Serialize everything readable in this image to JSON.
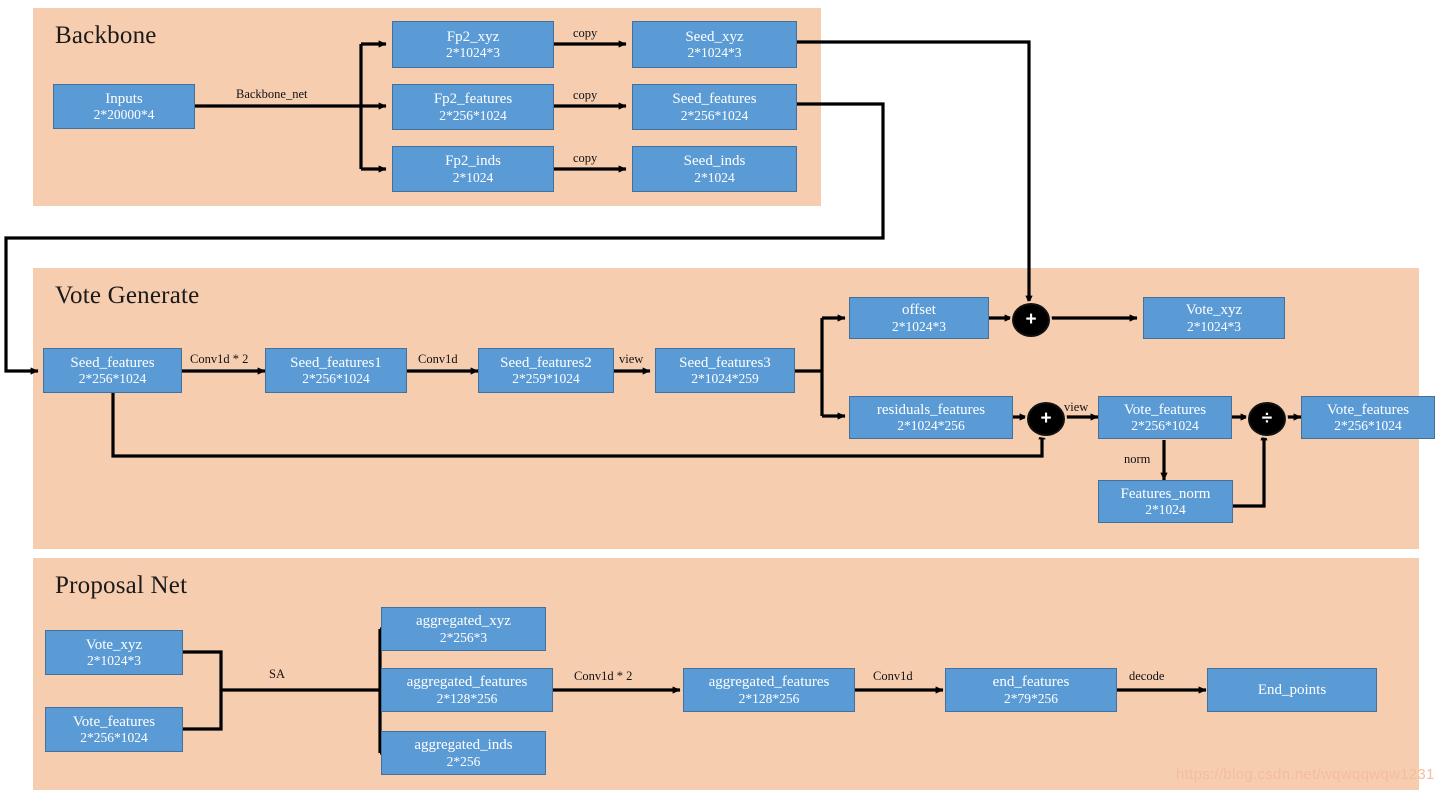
{
  "figure": {
    "background": "#ffffff",
    "panel_color": "#F7CDB0",
    "node_color": "#5B9BD5",
    "node_border": "#41719C",
    "wire_color": "#000000"
  },
  "watermark": {
    "text": "https://blog.csdn.net/wqwqqwqw1231"
  },
  "panels": [
    {
      "title": "Backbone"
    },
    {
      "title": "Vote Generate"
    },
    {
      "title": "Proposal Net"
    }
  ],
  "backbone": {
    "nodes": [
      {
        "name": "Inputs",
        "shape": "2*20000*4"
      },
      {
        "name": "Fp2_xyz",
        "shape": "2*1024*3"
      },
      {
        "name": "Fp2_features",
        "shape": "2*256*1024"
      },
      {
        "name": "Fp2_inds",
        "shape": "2*1024"
      },
      {
        "name": "Seed_xyz",
        "shape": "2*1024*3"
      },
      {
        "name": "Seed_features",
        "shape": "2*256*1024"
      },
      {
        "name": "Seed_inds",
        "shape": "2*1024"
      }
    ],
    "edges": [
      {
        "label": "Backbone_net"
      },
      {
        "label": "copy"
      },
      {
        "label": "copy"
      },
      {
        "label": "copy"
      }
    ]
  },
  "vote_generate": {
    "nodes": [
      {
        "name": "Seed_features",
        "shape": "2*256*1024"
      },
      {
        "name": "Seed_features1",
        "shape": "2*256*1024"
      },
      {
        "name": "Seed_features2",
        "shape": "2*259*1024"
      },
      {
        "name": "Seed_features3",
        "shape": "2*1024*259"
      },
      {
        "name": "offset",
        "shape": "2*1024*3"
      },
      {
        "name": "Vote_xyz",
        "shape": "2*1024*3"
      },
      {
        "name": "residuals_features",
        "shape": "2*1024*256"
      },
      {
        "name": "Vote_features",
        "shape": "2*256*1024"
      },
      {
        "name": "Features_norm",
        "shape": "2*1024"
      },
      {
        "name": "Vote_features",
        "shape": "2*256*1024"
      }
    ],
    "edges": [
      {
        "label": "Conv1d * 2"
      },
      {
        "label": "Conv1d"
      },
      {
        "label": "view"
      },
      {
        "label": "view"
      },
      {
        "label": "norm"
      }
    ],
    "ops": [
      {
        "symbol": "+",
        "name": "add-op-xyz"
      },
      {
        "symbol": "+",
        "name": "add-op-features"
      },
      {
        "symbol": "÷",
        "name": "divide-op"
      }
    ]
  },
  "proposal_net": {
    "nodes": [
      {
        "name": "Vote_xyz",
        "shape": "2*1024*3"
      },
      {
        "name": "Vote_features",
        "shape": "2*256*1024"
      },
      {
        "name": "aggregated_xyz",
        "shape": "2*256*3"
      },
      {
        "name": "aggregated_features",
        "shape": "2*128*256"
      },
      {
        "name": "aggregated_inds",
        "shape": "2*256"
      },
      {
        "name": "aggregated_features",
        "shape": "2*128*256"
      },
      {
        "name": "end_features",
        "shape": "2*79*256"
      },
      {
        "name": "End_points",
        "shape": ""
      }
    ],
    "edges": [
      {
        "label": "SA"
      },
      {
        "label": "Conv1d * 2"
      },
      {
        "label": "Conv1d"
      },
      {
        "label": "decode"
      }
    ]
  },
  "chart_data": {
    "type": "diagram",
    "title": "VoteNet pipeline tensor-flow diagram",
    "stages": [
      "Backbone",
      "Vote Generate",
      "Proposal Net"
    ]
  }
}
